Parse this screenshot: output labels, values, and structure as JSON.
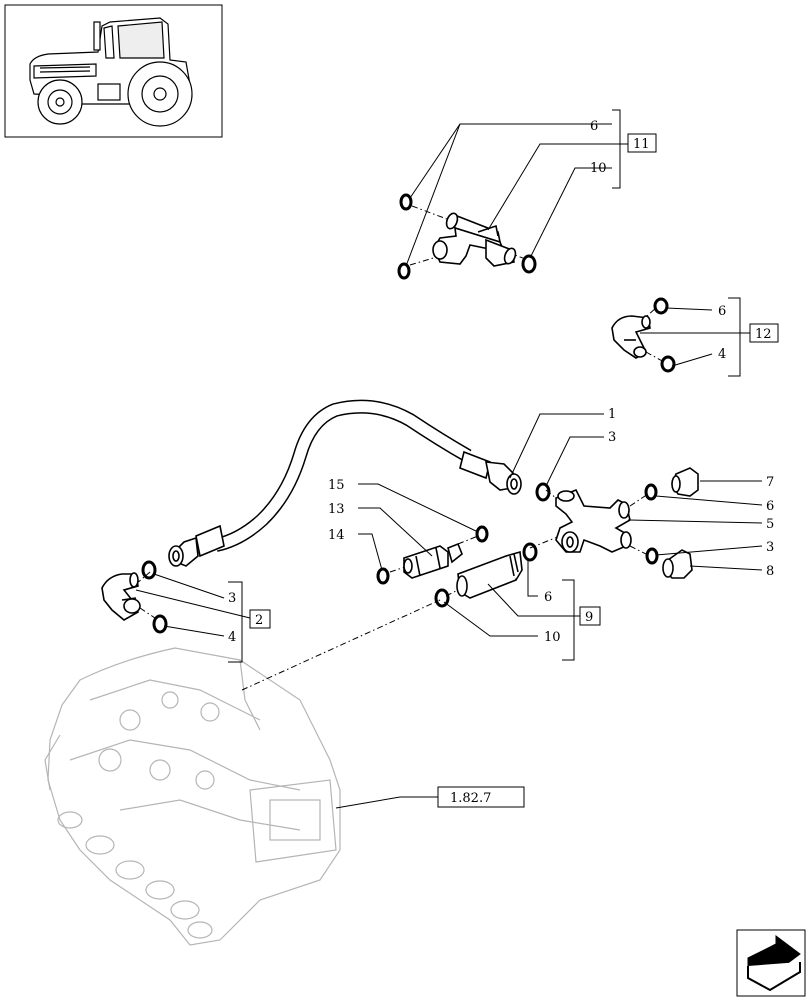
{
  "labels": {
    "l1": "1",
    "l2": "2",
    "l3a": "3",
    "l3b": "3",
    "l3c": "3",
    "l4a": "4",
    "l4b": "4",
    "l5": "5",
    "l6a": "6",
    "l6b": "6",
    "l6c": "6",
    "l6d": "6",
    "l7": "7",
    "l8": "8",
    "l9": "9",
    "l10a": "10",
    "l10b": "10",
    "l11": "11",
    "l12": "12",
    "l13": "13",
    "l14": "14",
    "l15": "15"
  },
  "reference": "1.82.7",
  "icons": {
    "thumbnail": "tractor-thumbnail-icon",
    "nav": "next-page-arrow-icon"
  }
}
